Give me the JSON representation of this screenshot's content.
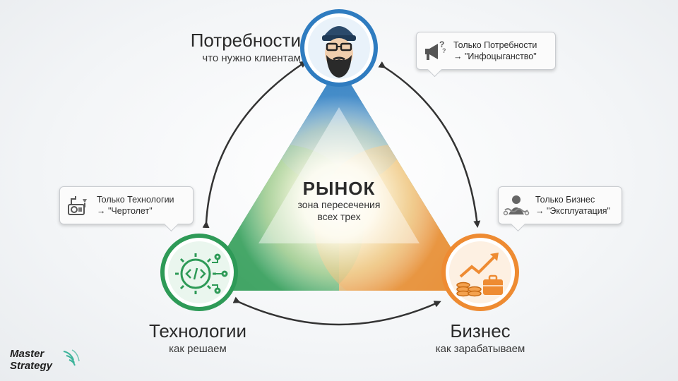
{
  "nodes": {
    "needs": {
      "title": "Потребности",
      "subtitle": "что нужно клиентам"
    },
    "tech": {
      "title": "Технологии",
      "subtitle": "как решаем"
    },
    "business": {
      "title": "Бизнес",
      "subtitle": "как зарабатываем"
    }
  },
  "center": {
    "title": "РЫНОК",
    "line1": "зона пересечения",
    "line2": "всех трех"
  },
  "callouts": {
    "needs_only": {
      "line1": "Только Потребности",
      "line2": "→ \"Инфоцыганство\""
    },
    "tech_only": {
      "line1": "Только Технологии",
      "line2": "→ \"Чертолет\""
    },
    "business_only": {
      "line1": "Только Бизнес",
      "line2": "→ \"Эксплуатация\""
    }
  },
  "logo": {
    "line1": "Master",
    "line2": "Strategy"
  },
  "colors": {
    "needs": "#3a84c4",
    "tech": "#3fa15e",
    "business": "#ee8b32",
    "arrow": "#333333"
  },
  "icons": {
    "needs": "hipster-face-icon",
    "tech": "code-gear-icon",
    "business": "growth-money-icon",
    "needs_only": "megaphone-question-icon",
    "tech_only": "machine-gadget-icon",
    "business_only": "chained-person-icon"
  }
}
